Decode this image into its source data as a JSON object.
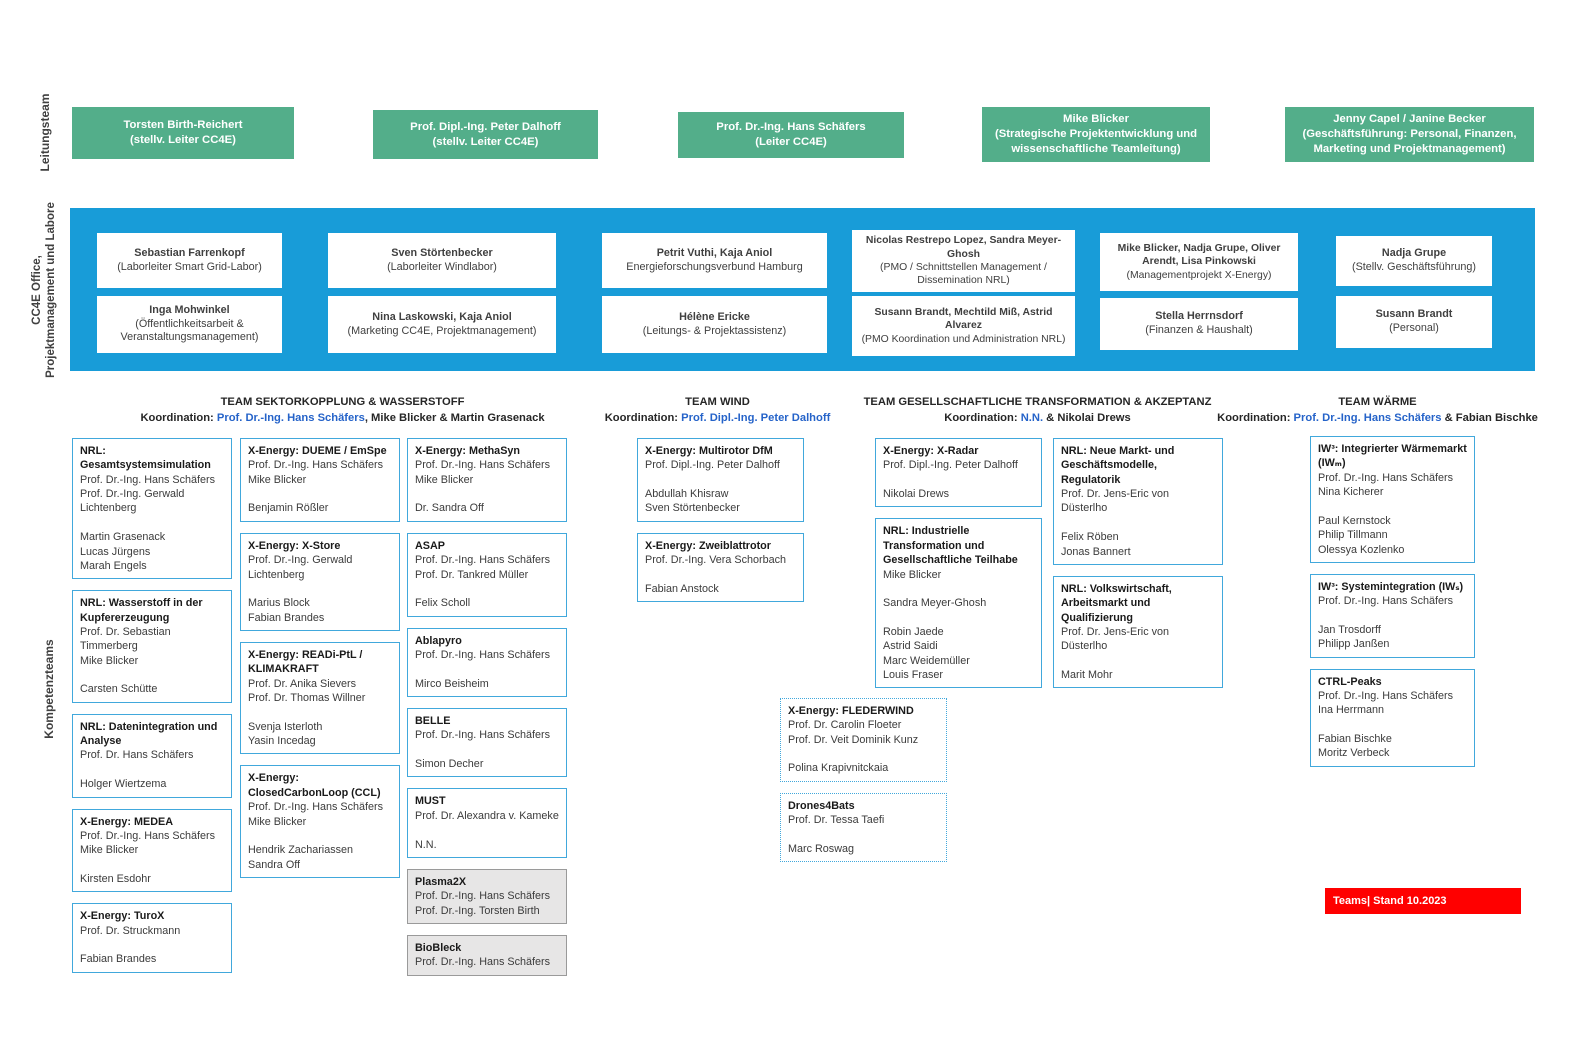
{
  "colors": {
    "leadership_green": "#53AE8A",
    "office_band_blue": "#189CD8",
    "project_border_blue": "#41A8DC",
    "coordinator_accent_blue": "#2563C9",
    "inactive_gray_fill": "#E7E6E6",
    "stamp_red": "#FF0000"
  },
  "side_labels": {
    "leitungsteam": "Leitungsteam",
    "office": "CC4E Office,\nProjektmanagement und Labore",
    "kompetenzteams": "Kompetenzteams"
  },
  "leitungsteam": [
    {
      "name": "Torsten Birth-Reichert",
      "role": "(stellv. Leiter CC4E)"
    },
    {
      "name": "Prof. Dipl.-Ing. Peter Dalhoff",
      "role": "(stellv. Leiter CC4E)"
    },
    {
      "name": "Prof. Dr.-Ing. Hans Schäfers",
      "role": "(Leiter CC4E)"
    },
    {
      "name": "Mike Blicker",
      "role": "(Strategische Projektentwicklung und wissenschaftliche Teamleitung)"
    },
    {
      "name": "Jenny Capel / Janine Becker",
      "role": "(Geschäftsführung: Personal, Finanzen, Marketing  und Projektmanagement)"
    }
  ],
  "office": {
    "columns": [
      {
        "boxes": [
          {
            "name": "Sebastian Farrenkopf",
            "role": "(Laborleiter Smart Grid-Labor)"
          },
          {
            "name": "Inga Mohwinkel",
            "role": "(Öffentlichkeitsarbeit & Veranstaltungsmanagement)"
          }
        ]
      },
      {
        "boxes": [
          {
            "name": "Sven Störtenbecker",
            "role": "(Laborleiter Windlabor)"
          },
          {
            "name": "Nina Laskowski, Kaja Aniol",
            "role": "(Marketing CC4E, Projektmanagement)"
          }
        ]
      },
      {
        "boxes": [
          {
            "name": "Petrit Vuthi, Kaja Aniol",
            "role": "Energieforschungsverbund Hamburg"
          },
          {
            "name": "Hélène Ericke",
            "role": "(Leitungs- & Projektassistenz)"
          }
        ]
      },
      {
        "boxes": [
          {
            "name": "Nicolas Restrepo Lopez, Sandra Meyer-Ghosh",
            "role": "(PMO / Schnittstellen Management / Dissemination NRL)"
          },
          {
            "name": "Susann Brandt, Mechtild Miß, Astrid Alvarez",
            "role": "(PMO Koordination und Administration NRL)"
          }
        ]
      },
      {
        "boxes": [
          {
            "name": "Mike Blicker, Nadja Grupe, Oliver Arendt, Lisa Pinkowski",
            "role": "(Managementprojekt X-Energy)"
          },
          {
            "name": "Stella Herrnsdorf",
            "role": "(Finanzen & Haushalt)"
          }
        ]
      },
      {
        "boxes": [
          {
            "name": "Nadja Grupe",
            "role": "(Stellv. Geschäftsführung)"
          },
          {
            "name": "Susann Brandt",
            "role": "(Personal)"
          }
        ]
      }
    ]
  },
  "teams": [
    {
      "title": "TEAM SEKTORKOPPLUNG & WASSERSTOFF",
      "coord": [
        "Koordination: ",
        "Prof. Dr.-Ing. Hans Schäfers",
        ", Mike Blicker & Martin Grasenack"
      ]
    },
    {
      "title": "TEAM WIND",
      "coord": [
        "Koordination: ",
        "Prof. Dipl.-Ing. Peter Dalhoff",
        ""
      ]
    },
    {
      "title": "TEAM GESELLSCHAFTLICHE TRANSFORMATION & AKZEPTANZ",
      "coord": [
        "Koordination: ",
        "N.N.",
        " & Nikolai Drews"
      ]
    },
    {
      "title": "TEAM WÄRME",
      "coord": [
        "Koordination: ",
        "Prof. Dr.-Ing. Hans Schäfers",
        " & Fabian Bischke"
      ]
    }
  ],
  "kompetenz": {
    "colA1": [
      {
        "title": "NRL: Gesamtsystemsimulation",
        "body": "Prof. Dr.-Ing. Hans Schäfers\nProf. Dr.-Ing. Gerwald Lichtenberg\n\nMartin Grasenack\nLucas Jürgens\nMarah Engels"
      },
      {
        "title": "NRL: Wasserstoff in der Kupfererzeugung",
        "body": "Prof. Dr. Sebastian Timmerberg\nMike Blicker\n\nCarsten Schütte"
      },
      {
        "title": "NRL: Datenintegration und Analyse",
        "body": "Prof. Dr. Hans Schäfers\n\nHolger Wiertzema"
      },
      {
        "title": "X-Energy: MEDEA",
        "body": "Prof. Dr.-Ing. Hans Schäfers\nMike Blicker\n\nKirsten Esdohr"
      },
      {
        "title": "X-Energy: TuroX",
        "body": "Prof. Dr. Struckmann\n\nFabian Brandes"
      }
    ],
    "colA2": [
      {
        "title": "X-Energy: DUEME / EmSpe",
        "body": "Prof. Dr.-Ing. Hans Schäfers\nMike Blicker\n\nBenjamin Rößler"
      },
      {
        "title": "X-Energy: X-Store",
        "body": "Prof. Dr.-Ing. Gerwald Lichtenberg\n\nMarius Block\nFabian Brandes"
      },
      {
        "title": "X-Energy: READi-PtL / KLIMAKRAFT",
        "body": "Prof. Dr. Anika Sievers\nProf. Dr. Thomas Willner\n\nSvenja Isterloth\nYasin Incedag"
      },
      {
        "title": "X-Energy: ClosedCarbonLoop (CCL)",
        "body": "Prof. Dr.-Ing. Hans Schäfers\nMike Blicker\n\nHendrik Zachariassen\nSandra Off"
      }
    ],
    "colA3": [
      {
        "title": "X-Energy: MethaSyn",
        "body": "Prof. Dr.-Ing. Hans Schäfers\nMike Blicker\n\nDr. Sandra Off"
      },
      {
        "title": "ASAP",
        "body": "Prof. Dr.-Ing. Hans Schäfers\nProf. Dr. Tankred Müller\n\nFelix Scholl"
      },
      {
        "title": "Ablapyro",
        "body": "Prof. Dr.-Ing. Hans Schäfers\n\nMirco Beisheim"
      },
      {
        "title": "BELLE",
        "body": "Prof. Dr.-Ing. Hans Schäfers\n\nSimon Decher"
      },
      {
        "title": "MUST",
        "body": "Prof. Dr. Alexandra v. Kameke\n\nN.N."
      },
      {
        "title": "Plasma2X",
        "body": "Prof. Dr.-Ing. Hans Schäfers\nProf. Dr.-Ing. Torsten Birth"
      },
      {
        "title": "BioBleck",
        "body": "Prof. Dr.-Ing. Hans Schäfers"
      }
    ],
    "wind": [
      {
        "title": "X-Energy: Multirotor DfM",
        "body": "Prof. Dipl.-Ing. Peter Dalhoff\n\nAbdullah Khisraw\nSven Störtenbecker"
      },
      {
        "title": "X-Energy: Zweiblattrotor",
        "body": "Prof. Dr.-Ing. Vera Schorbach\n\nFabian Anstock"
      }
    ],
    "windDotted": [
      {
        "title": "X-Energy: FLEDERWIND",
        "body": "Prof. Dr. Carolin Floeter\nProf. Dr. Veit Dominik Kunz\n\nPolina Krapivnitckaia"
      },
      {
        "title": "Drones4Bats",
        "body": "Prof. Dr. Tessa Taefi\n\nMarc Roswag"
      }
    ],
    "colB1": [
      {
        "title": "X-Energy: X-Radar",
        "body": "Prof. Dipl.-Ing. Peter Dalhoff\n\nNikolai Drews"
      },
      {
        "title": "NRL: Industrielle Transformation und Gesellschaftliche Teilhabe",
        "body": "Mike Blicker\n\nSandra Meyer-Ghosh\n\nRobin Jaede\nAstrid Saidi\nMarc Weidemüller\nLouis Fraser"
      }
    ],
    "colB2": [
      {
        "title": "NRL: Neue Markt- und Geschäftsmodelle, Regulatorik",
        "body": "Prof. Dr. Jens-Eric von Düsterlho\n\nFelix Röben\nJonas Bannert"
      },
      {
        "title": "NRL: Volkswirtschaft, Arbeitsmarkt und Qualifizierung",
        "body": "Prof. Dr. Jens-Eric von Düsterlho\n\nMarit Mohr"
      }
    ],
    "waerme": [
      {
        "title": "IW³: Integrierter Wärmemarkt (IWₘ)",
        "body": "Prof. Dr.-Ing. Hans Schäfers\nNina Kicherer\n\nPaul Kernstock\nPhilip Tillmann\nOlessya Kozlenko"
      },
      {
        "title": "IW³: Systemintegration (IWₛ)",
        "body": "Prof. Dr.-Ing. Hans Schäfers\n\nJan Trosdorff\nPhilipp Janßen"
      },
      {
        "title": "CTRL-Peaks",
        "body": "Prof. Dr.-Ing. Hans Schäfers\nIna Herrmann\n\nFabian Bischke\nMoritz Verbeck"
      }
    ]
  },
  "stamp": {
    "label": "Teams| Stand 10.2023"
  }
}
